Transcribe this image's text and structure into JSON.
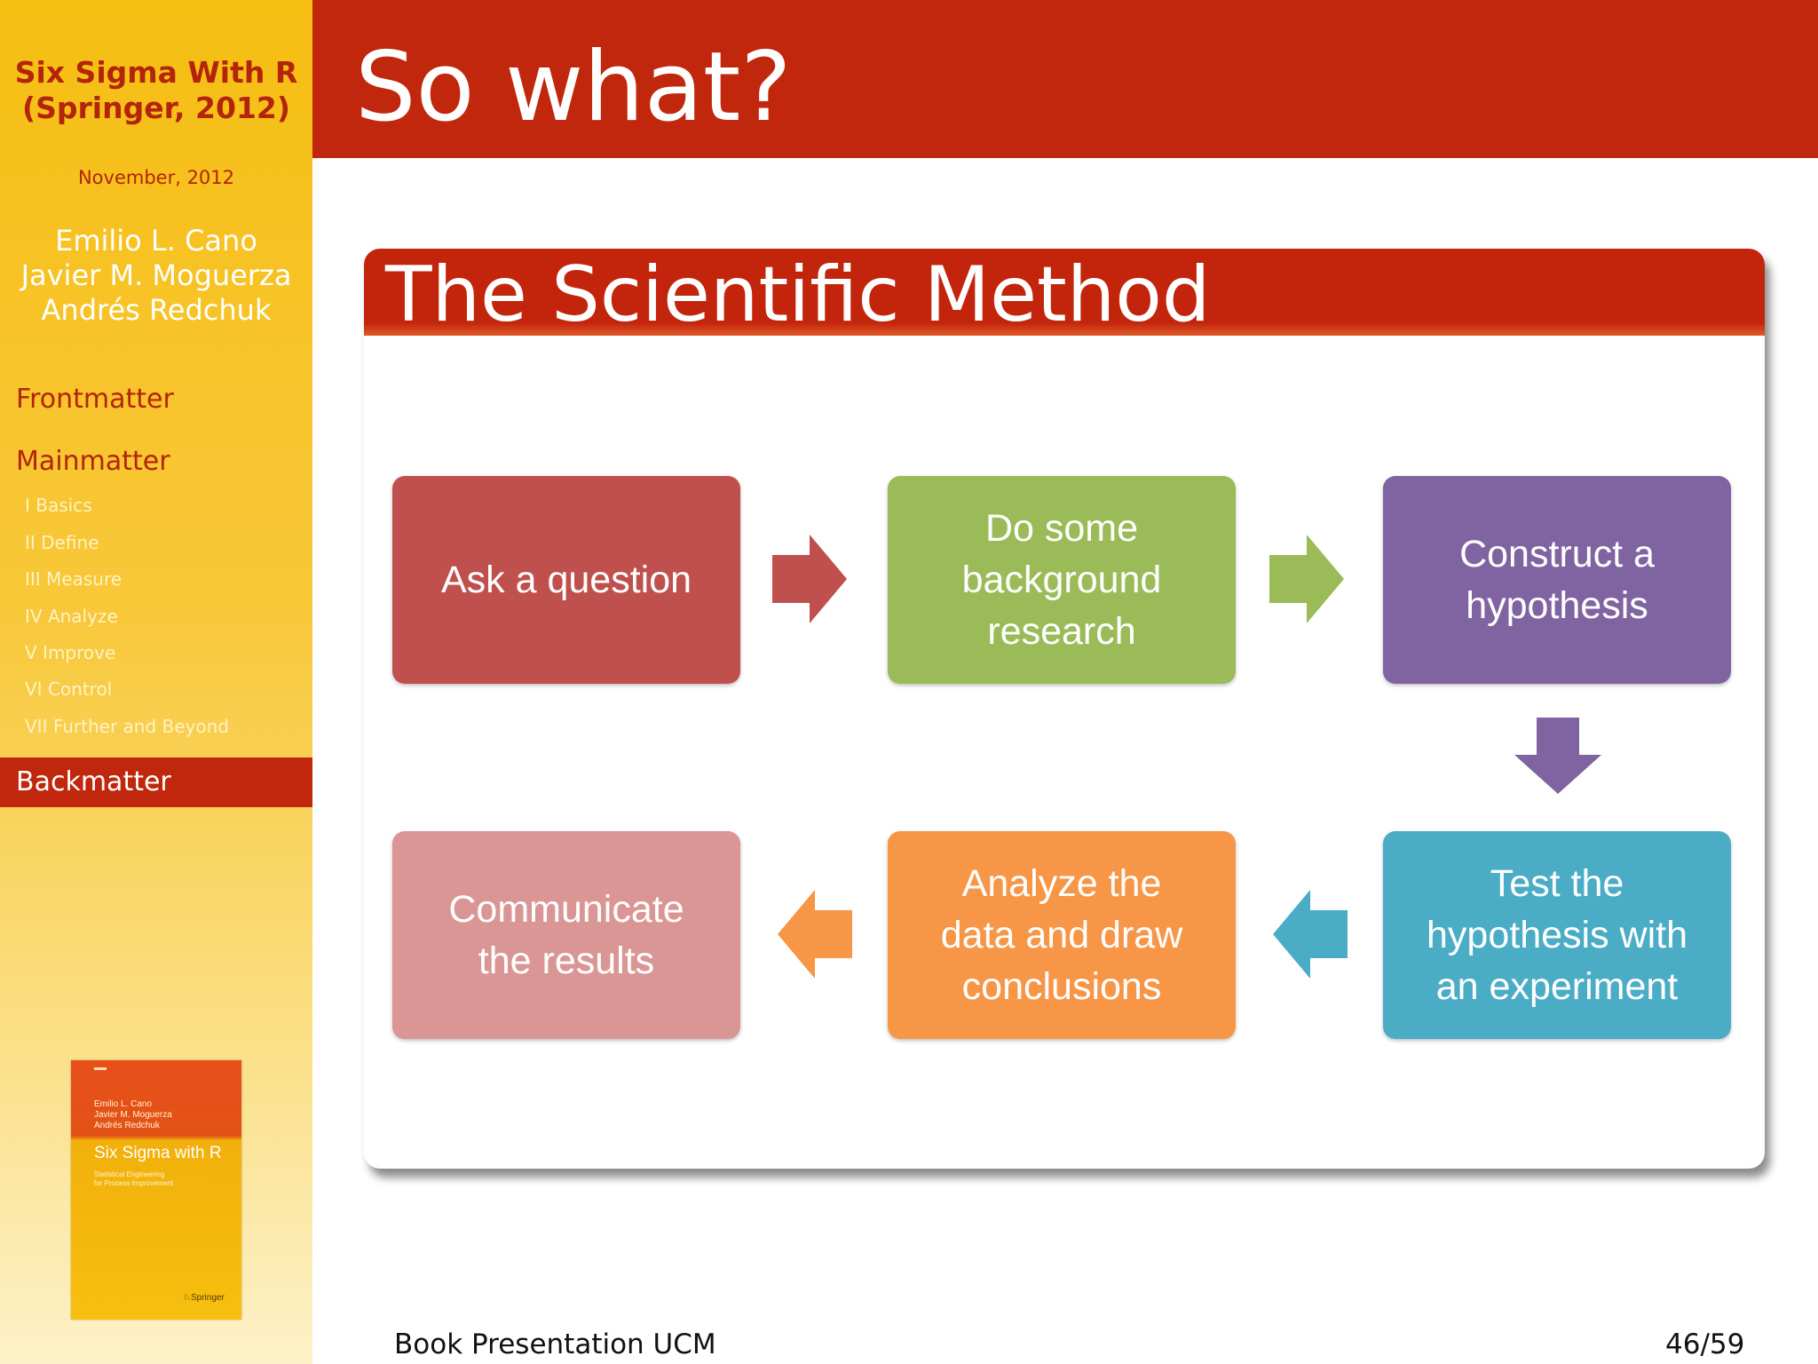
{
  "sidebar": {
    "title_line1": "Six Sigma With R",
    "title_line2": "(Springer, 2012)",
    "date": "November, 2012",
    "authors": [
      "Emilio L. Cano",
      "Javier M. Moguerza",
      "Andrés Redchuk"
    ],
    "sections": {
      "frontmatter": "Frontmatter",
      "mainmatter": "Mainmatter",
      "backmatter": "Backmatter"
    },
    "subsections": [
      "I Basics",
      "II Define",
      "III Measure",
      "IV Analyze",
      "V Improve",
      "VI Control",
      "VII Further and Beyond"
    ]
  },
  "book_cover": {
    "authors": [
      "Emilio L. Cano",
      "Javier M. Moguerza",
      "Andrés Redchuk"
    ],
    "title": "Six Sigma with R",
    "subtitle_line1": "Statistical Engineering",
    "subtitle_line2": "for Process Improvement",
    "publisher": "Springer"
  },
  "header": {
    "title": "So what?"
  },
  "diagram": {
    "title": "The Scientific Method",
    "steps": [
      {
        "lines": [
          "Ask a question"
        ],
        "color": "#c0504d"
      },
      {
        "lines": [
          "Do some",
          "background",
          "research"
        ],
        "color": "#9bbb59"
      },
      {
        "lines": [
          "Construct a",
          "hypothesis"
        ],
        "color": "#8064a2"
      },
      {
        "lines": [
          "Test the",
          "hypothesis with",
          "an experiment"
        ],
        "color": "#4bacc6"
      },
      {
        "lines": [
          "Analyze the",
          "data and draw",
          "conclusions"
        ],
        "color": "#f79646"
      },
      {
        "lines": [
          "Communicate",
          "the results"
        ],
        "color": "#d99694"
      }
    ]
  },
  "footer": {
    "left": "Book Presentation UCM",
    "page": "46/59"
  },
  "colors": {
    "accent_red": "#c0270c",
    "sidebar_yellow": "#f6be12"
  }
}
